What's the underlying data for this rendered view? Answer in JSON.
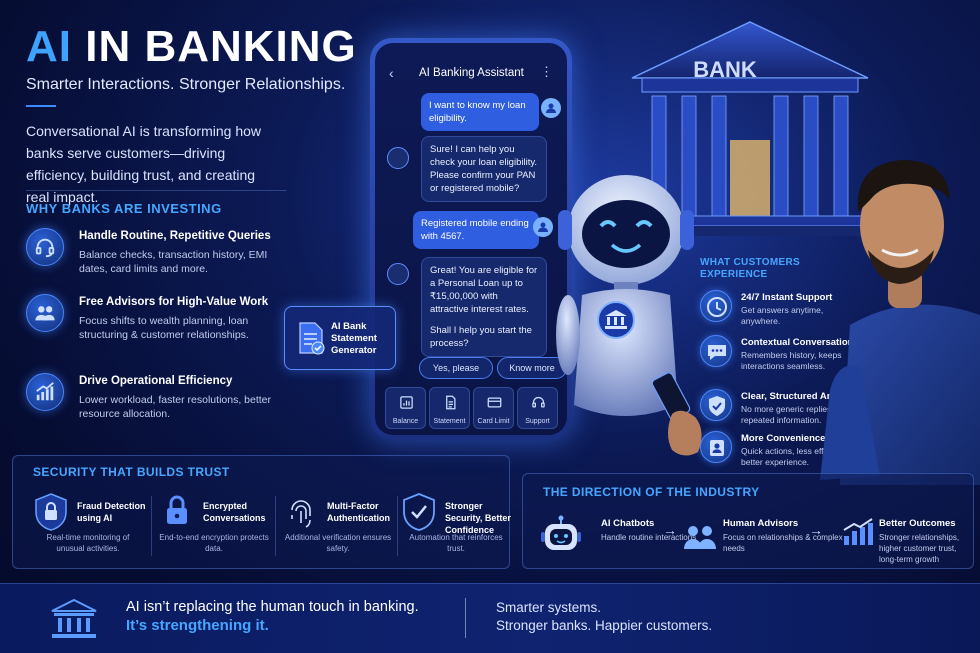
{
  "header": {
    "title_accent": "AI",
    "title_rest": " IN BANKING",
    "subtitle": "Smarter Interactions. Stronger Relationships.",
    "intro": "Conversational AI is transforming how banks serve customers—driving efficiency, building trust, and creating real impact."
  },
  "why": {
    "heading": "WHY BANKS ARE INVESTING",
    "items": [
      {
        "title": "Handle Routine, Repetitive Queries",
        "desc": "Balance checks, transaction history, EMI dates, card limits and more.",
        "icon": "headset-icon"
      },
      {
        "title": "Free Advisors for High-Value Work",
        "desc": "Focus shifts to wealth planning, loan structuring & customer relationships.",
        "icon": "people-icon"
      },
      {
        "title": "Drive Operational Efficiency",
        "desc": "Lower workload, faster resolutions, better resource allocation.",
        "icon": "growth-chart-icon"
      }
    ]
  },
  "security": {
    "heading": "SECURITY THAT BUILDS TRUST",
    "items": [
      {
        "title": "Fraud Detection using AI",
        "desc": "Real-time monitoring of unusual activities.",
        "icon": "shield-lock-icon"
      },
      {
        "title": "Encrypted Conversations",
        "desc": "End-to-end encryption protects data.",
        "icon": "lock-icon"
      },
      {
        "title": "Multi-Factor Authentication",
        "desc": "Additional verification ensures safety.",
        "icon": "fingerprint-icon"
      },
      {
        "title": "Stronger Security, Better Confidence",
        "desc": "Automation that reinforces trust.",
        "icon": "shield-check-icon"
      }
    ]
  },
  "phone": {
    "title": "AI Banking Assistant",
    "back": "‹",
    "menu": "⋮",
    "messages": [
      {
        "from": "user",
        "text": "I want to know my loan eligibility."
      },
      {
        "from": "bot",
        "text": "Sure! I can help you check your loan eligibility. Please confirm your PAN or registered mobile?"
      },
      {
        "from": "user",
        "text": "Registered mobile ending with 4567."
      },
      {
        "from": "bot",
        "text": "Great! You are eligible for a Personal Loan up to ₹15,00,000 with attractive interest rates."
      },
      {
        "from": "bot",
        "text": "Shall I help you start the process?"
      }
    ],
    "quick_replies": [
      "Yes, please",
      "Know more"
    ],
    "tabs": [
      "Balance",
      "Statement",
      "Card Limit",
      "Support"
    ]
  },
  "statement_card": {
    "label": "AI Bank Statement Generator"
  },
  "bank_sign": "BANK",
  "customers": {
    "heading": "WHAT CUSTOMERS EXPERIENCE",
    "items": [
      {
        "title": "24/7 Instant Support",
        "desc": "Get answers anytime, anywhere.",
        "icon": "clock-icon"
      },
      {
        "title": "Contextual Conversations",
        "desc": "Remembers history, keeps interactions seamless.",
        "icon": "chat-icon"
      },
      {
        "title": "Clear, Structured Answers",
        "desc": "No more generic replies or repeated information.",
        "icon": "shield-check-icon"
      },
      {
        "title": "More Convenience",
        "desc": "Quick actions, less effort, better experience.",
        "icon": "user-icon"
      }
    ]
  },
  "direction": {
    "heading": "THE DIRECTION OF THE INDUSTRY",
    "steps": [
      {
        "title": "AI Chatbots",
        "desc": "Handle routine interactions",
        "icon": "robot-icon"
      },
      {
        "title": "Human Advisors",
        "desc": "Focus on relationships & complex needs",
        "icon": "people-icon"
      },
      {
        "title": "Better Outcomes",
        "desc": "Stronger relationships, higher customer trust, long-term growth",
        "icon": "growth-chart-icon"
      }
    ],
    "arrow": "→"
  },
  "footer": {
    "line1": "AI isn’t replacing the human touch in banking.",
    "line2": "It’s strengthening it.",
    "line3": "Smarter systems.",
    "line4": "Stronger banks. Happier customers.",
    "icon": "bank-building-icon"
  },
  "colors": {
    "accent": "#47a6ff",
    "background": "#0a1650",
    "bubble_user": "#2f5ee0"
  }
}
